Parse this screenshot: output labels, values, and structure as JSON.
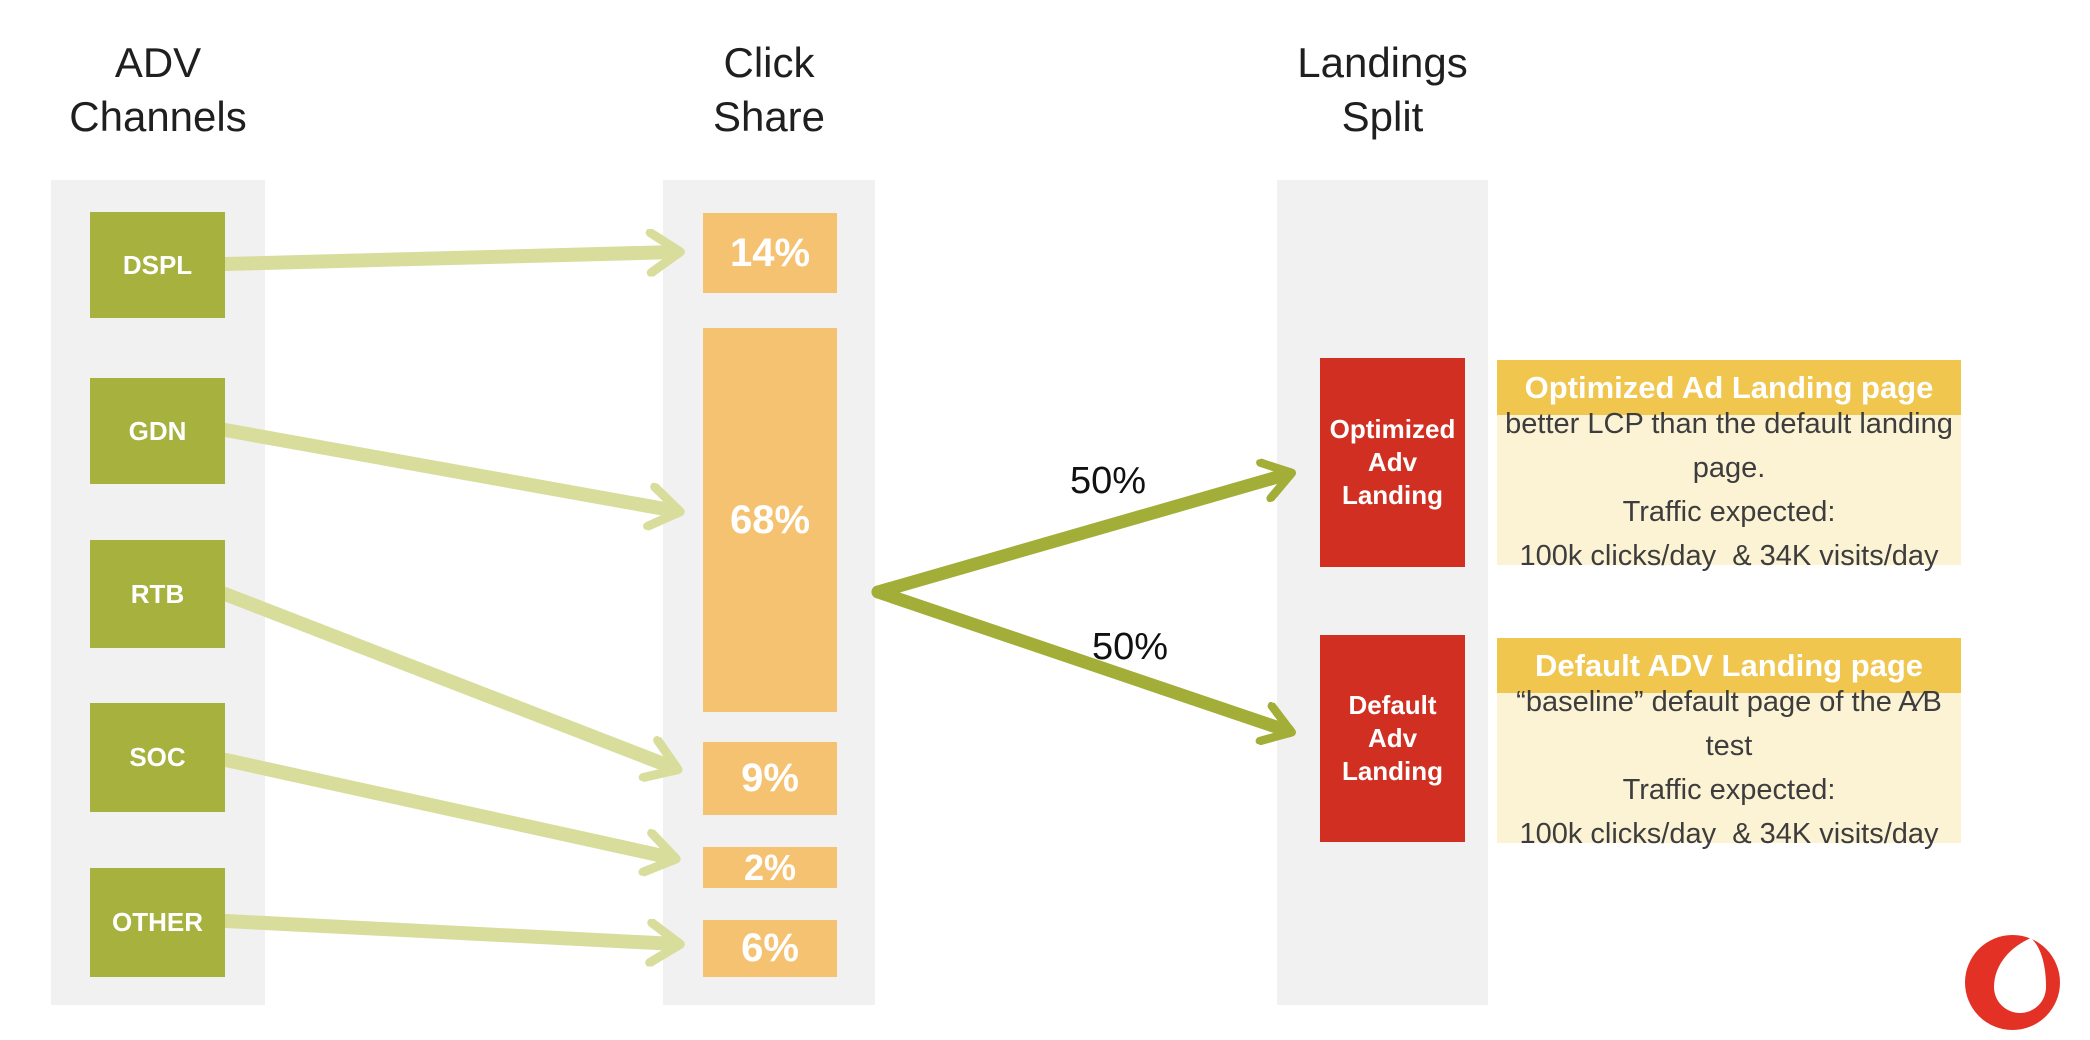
{
  "headers": {
    "adv_channels": "ADV\nChannels",
    "click_share": "Click\nShare",
    "landings_split": "Landings\nSplit"
  },
  "channels": [
    {
      "label": "DSPL"
    },
    {
      "label": "GDN"
    },
    {
      "label": "RTB"
    },
    {
      "label": "SOC"
    },
    {
      "label": "OTHER"
    }
  ],
  "click_share": [
    {
      "label": "14%",
      "value": 14,
      "from_channel": "DSPL"
    },
    {
      "label": "68%",
      "value": 68,
      "from_channel": "GDN"
    },
    {
      "label": "9%",
      "value": 9,
      "from_channel": "RTB"
    },
    {
      "label": "2%",
      "value": 2,
      "from_channel": "SOC"
    },
    {
      "label": "6%",
      "value": 6,
      "from_channel": "OTHER"
    }
  ],
  "split": [
    {
      "label": "50%",
      "target": "Optimized Adv Landing"
    },
    {
      "label": "50%",
      "target": "Default Adv Landing"
    }
  ],
  "landings": [
    {
      "label": "Optimized\nAdv\nLanding"
    },
    {
      "label": "Default\nAdv\nLanding"
    }
  ],
  "cards": [
    {
      "title": "Optimized Ad Landing page",
      "lines": [
        "better LCP than the default landing page.",
        "Traffic expected:",
        "100k clicks/day  & 34K visits/day"
      ]
    },
    {
      "title": "Default ADV Landing page",
      "lines": [
        "“baseline” default page of the A⁄B test",
        "Traffic expected:",
        "100k clicks/day  & 34K visits/day"
      ]
    }
  ],
  "logo": {
    "name": "Vodafone"
  },
  "colors": {
    "green": "#a6b13e",
    "arrowLight": "#d9dd9c",
    "arrowDark": "#a2ae38",
    "orange": "#f5c272",
    "redBox": "#d02f21",
    "gold": "#f0c64f",
    "cream": "#fbf3d4",
    "colGray": "#f1f1f1",
    "ink": "#1f1f1f",
    "bodyText": "#3d3d3d",
    "logoRed": "#e43125"
  }
}
